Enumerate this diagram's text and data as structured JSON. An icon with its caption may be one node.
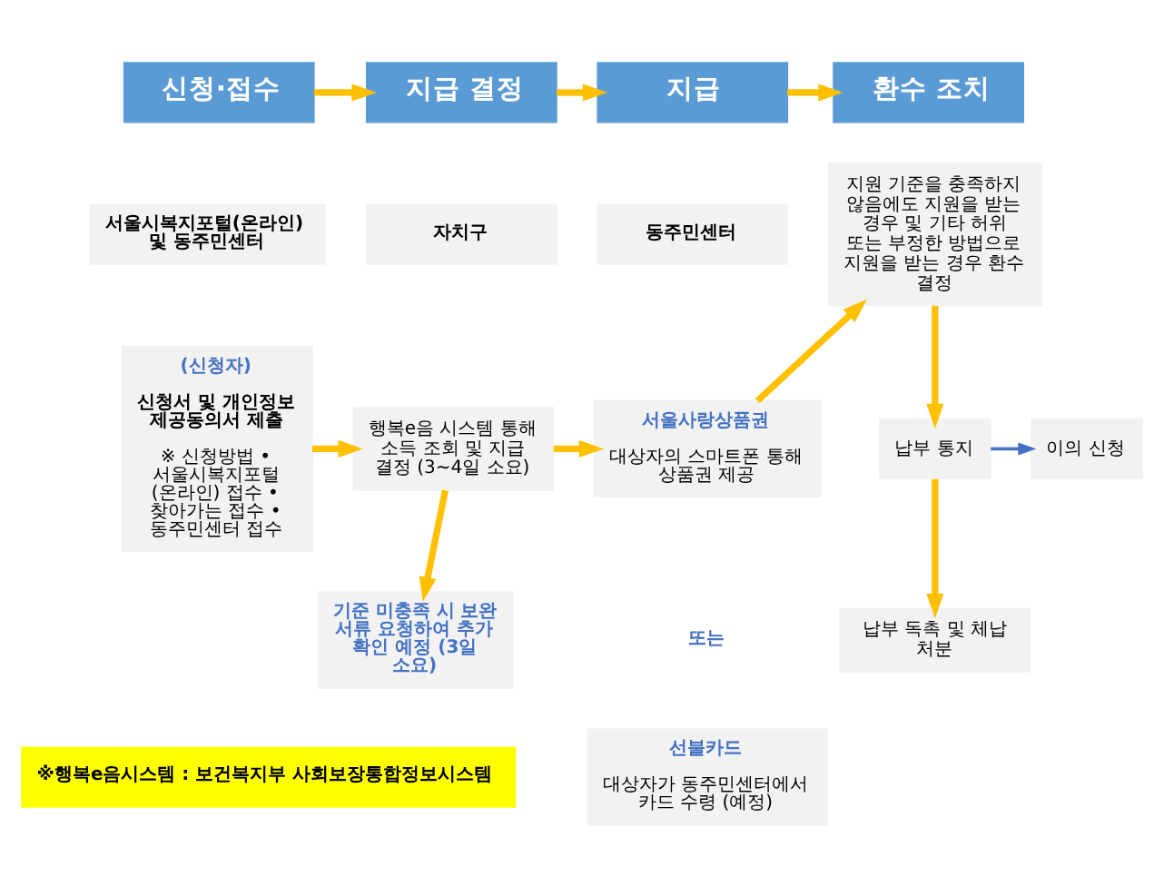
{
  "diagram": {
    "nodes": [
      {
        "text": [
          "신청·접수"
        ]
      },
      {
        "text": [
          "지급 결정"
        ]
      },
      {
        "text": [
          "지급"
        ]
      },
      {
        "text": [
          "환수 조치"
        ]
      },
      {
        "text": [
          "서울시복지포털(온라인) 및 동주민센터"
        ]
      },
      {
        "text": [
          "(신청자)",
          "신청서 및 개인정보 제공동의서 제출",
          "※ 신청방법 • 서울시복지포털 (온라인) 접수 • 찾아가는 접수 • 동주민센터 접수"
        ]
      },
      {
        "text": [
          "자치구"
        ]
      },
      {
        "text": [
          "행복e음 시스템 통해 소득 조회 및 지급 결정 (3~4일 소요)"
        ]
      },
      {
        "text": [
          "기준 미충족 시 보완 서류 요청하여 추가 확인 예정 (3일 소요)"
        ]
      },
      {
        "text": [
          "동주민센터"
        ]
      },
      {
        "text": [
          "서울사랑상품권",
          "대상자의 스마트폰 통해 상품권 제공"
        ]
      },
      {
        "text": [
          "선불카드",
          "대상자가 동주민센터에서 카드 수령 (예정)"
        ]
      },
      {
        "text": [
          "지원 기준을 충족하지 않음에도 지원을 받는 경우 및 기타 허위 또는 부정한 방법으로 지원을 받는 경우 환수 결정"
        ]
      },
      {
        "text": [
          "납부 통지"
        ]
      },
      {
        "text": [
          "이의 신청"
        ]
      },
      {
        "text": [
          "납부 독촉 및 체납 처분"
        ]
      }
    ],
    "edges": [
      {
        "from": 0,
        "to": 1,
        "arrow": "to"
      },
      {
        "from": 1,
        "to": 2,
        "arrow": "to"
      },
      {
        "from": 2,
        "to": 3,
        "arrow": "to"
      },
      {
        "from": 5,
        "to": 7,
        "arrow": "to"
      },
      {
        "from": 7,
        "to": 8,
        "arrow": "to"
      },
      {
        "from": 7,
        "to": 10,
        "arrow": "to"
      },
      {
        "from": 10,
        "to": 12,
        "arrow": "to"
      },
      {
        "from": 12,
        "to": 13,
        "arrow": "to"
      },
      {
        "from": 13,
        "to": 14,
        "arrow": "to",
        "color": "#4472c4"
      },
      {
        "from": 13,
        "to": 15,
        "arrow": "to"
      }
    ],
    "labels": [
      "또는",
      "※행복e음시스템 : 보건복지부 사회보장통합정보시스템"
    ]
  }
}
